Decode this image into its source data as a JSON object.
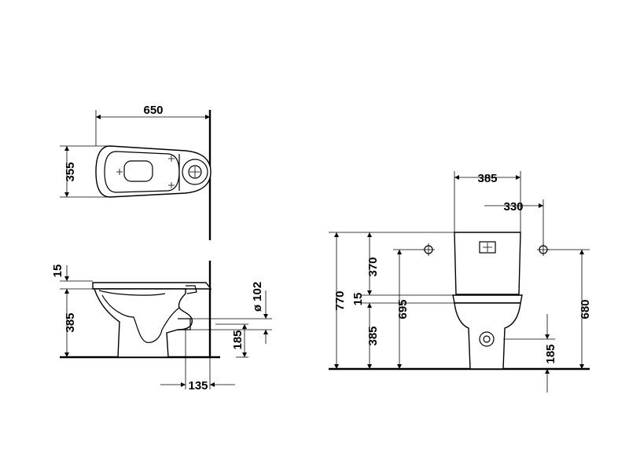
{
  "drawing": {
    "top_view": {
      "width": "650",
      "depth": "355"
    },
    "side_view": {
      "rim_thickness": "15",
      "seat_height": "385",
      "outlet_diameter": "ø 102",
      "outlet_height": "185",
      "outlet_offset": "135"
    },
    "front_view": {
      "cistern_width": "385",
      "hole_spacing": "330",
      "total_height": "770",
      "cistern_height": "370",
      "rim_thickness": "15",
      "seat_height": "385",
      "height_695": "695",
      "height_680": "680",
      "outlet_height": "185"
    }
  }
}
